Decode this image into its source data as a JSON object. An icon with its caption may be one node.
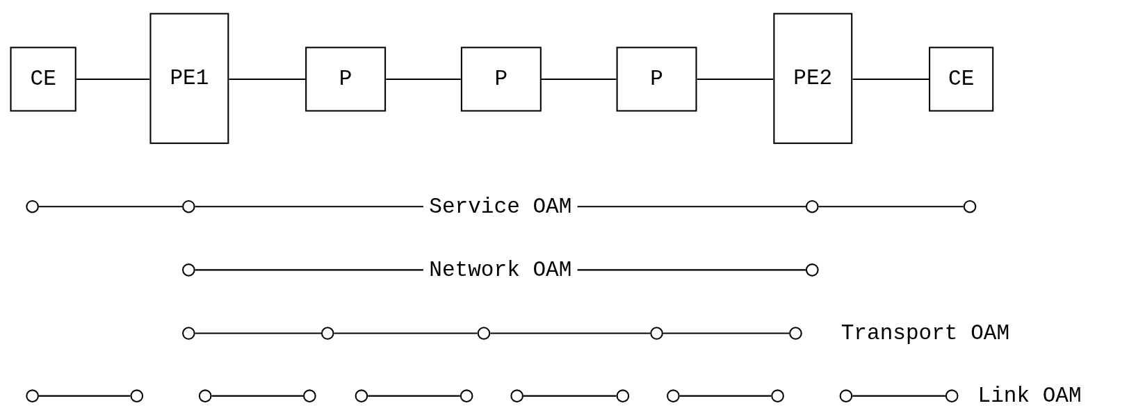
{
  "diagram": {
    "nodes": [
      {
        "text": [
          "CE"
        ]
      },
      {
        "text": [
          "PE1"
        ]
      },
      {
        "text": [
          "P"
        ]
      },
      {
        "text": [
          "P"
        ]
      },
      {
        "text": [
          "P"
        ]
      },
      {
        "text": [
          "PE2"
        ]
      },
      {
        "text": [
          "CE"
        ]
      },
      {
        "text": [],
        "shape": "circle"
      },
      {
        "text": [],
        "shape": "circle"
      },
      {
        "text": [],
        "shape": "circle"
      },
      {
        "text": [],
        "shape": "circle"
      },
      {
        "text": [],
        "shape": "circle"
      },
      {
        "text": [],
        "shape": "circle"
      },
      {
        "text": [],
        "shape": "circle"
      },
      {
        "text": [],
        "shape": "circle"
      },
      {
        "text": [],
        "shape": "circle"
      },
      {
        "text": [],
        "shape": "circle"
      },
      {
        "text": [],
        "shape": "circle"
      },
      {
        "text": [],
        "shape": "circle"
      },
      {
        "text": [],
        "shape": "circle"
      },
      {
        "text": [],
        "shape": "circle"
      },
      {
        "text": [],
        "shape": "circle"
      },
      {
        "text": [],
        "shape": "circle"
      },
      {
        "text": [],
        "shape": "circle"
      },
      {
        "text": [],
        "shape": "circle"
      },
      {
        "text": [],
        "shape": "circle"
      },
      {
        "text": [],
        "shape": "circle"
      },
      {
        "text": [],
        "shape": "circle"
      },
      {
        "text": [],
        "shape": "circle"
      },
      {
        "text": [],
        "shape": "circle"
      }
    ],
    "edges": [
      {
        "from": 0,
        "to": 1,
        "arrow": "none"
      },
      {
        "from": 1,
        "to": 2,
        "arrow": "none"
      },
      {
        "from": 2,
        "to": 3,
        "arrow": "none"
      },
      {
        "from": 3,
        "to": 4,
        "arrow": "none"
      },
      {
        "from": 4,
        "to": 5,
        "arrow": "none"
      },
      {
        "from": 5,
        "to": 6,
        "arrow": "none"
      },
      {
        "from": 7,
        "to": 8,
        "arrow": "none"
      },
      {
        "from": 8,
        "to": 9,
        "arrow": "none",
        "label": "Service OAM"
      },
      {
        "from": 9,
        "to": 10,
        "arrow": "none"
      },
      {
        "from": 11,
        "to": 12,
        "arrow": "none",
        "label": "Network OAM"
      },
      {
        "from": 13,
        "to": 14,
        "arrow": "none"
      },
      {
        "from": 14,
        "to": 15,
        "arrow": "none"
      },
      {
        "from": 15,
        "to": 16,
        "arrow": "none"
      },
      {
        "from": 16,
        "to": 17,
        "arrow": "none"
      },
      {
        "from": 18,
        "to": 19,
        "arrow": "none"
      },
      {
        "from": 20,
        "to": 21,
        "arrow": "none"
      },
      {
        "from": 22,
        "to": 23,
        "arrow": "none"
      },
      {
        "from": 24,
        "to": 25,
        "arrow": "none"
      },
      {
        "from": 26,
        "to": 27,
        "arrow": "none"
      },
      {
        "from": 28,
        "to": 29,
        "arrow": "none"
      }
    ],
    "labels": [
      "Transport OAM",
      "Link OAM"
    ]
  }
}
